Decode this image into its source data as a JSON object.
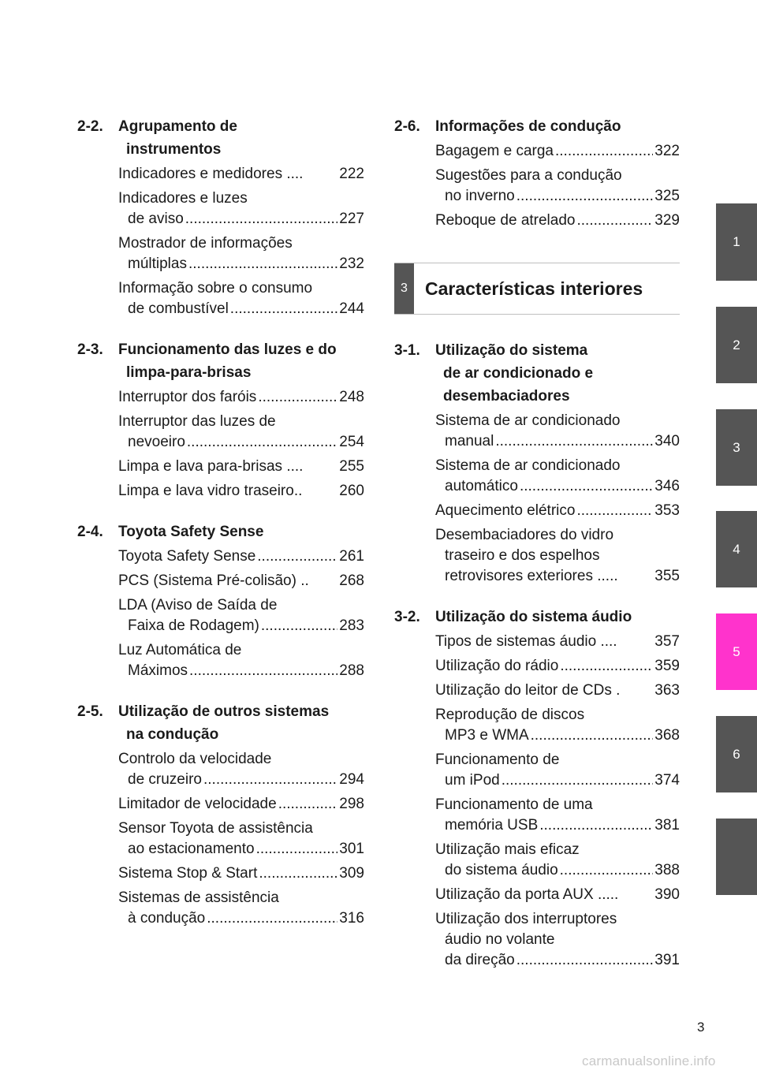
{
  "left_sections": [
    {
      "num": "2-2.",
      "title_lines": [
        "Agrupamento de",
        "instrumentos"
      ],
      "entries": [
        {
          "lines": [
            "Indicadores e medidores ...."
          ],
          "page": "222",
          "dotted": false
        },
        {
          "lines": [
            "Indicadores e luzes",
            "de aviso"
          ],
          "page": "227"
        },
        {
          "lines": [
            "Mostrador de informações",
            "múltiplas"
          ],
          "page": "232"
        },
        {
          "lines": [
            "Informação sobre o consumo",
            "de combustível "
          ],
          "page": "244"
        }
      ]
    },
    {
      "num": "2-3.",
      "title_lines": [
        "Funcionamento das luzes e do",
        "limpa-para-brisas"
      ],
      "entries": [
        {
          "lines": [
            "Interruptor dos faróis"
          ],
          "page": "248"
        },
        {
          "lines": [
            "Interruptor das luzes de",
            "nevoeiro"
          ],
          "page": "254"
        },
        {
          "lines": [
            "Limpa e lava para-brisas ...."
          ],
          "page": "255",
          "dotted": false
        },
        {
          "lines": [
            "Limpa e lava vidro traseiro.."
          ],
          "page": "260",
          "dotted": false
        }
      ]
    },
    {
      "num": "2-4.",
      "title_lines": [
        "Toyota Safety Sense"
      ],
      "entries": [
        {
          "lines": [
            "Toyota Safety Sense"
          ],
          "page": "261"
        },
        {
          "lines": [
            "PCS (Sistema Pré-colisão) .."
          ],
          "page": "268",
          "dotted": false
        },
        {
          "lines": [
            "LDA (Aviso de Saída de",
            "Faixa de  Rodagem)"
          ],
          "page": "283"
        },
        {
          "lines": [
            "Luz Automática de",
            "Máximos"
          ],
          "page": "288"
        }
      ]
    },
    {
      "num": "2-5.",
      "title_lines": [
        "Utilização de outros sistemas",
        "na condução"
      ],
      "entries": [
        {
          "lines": [
            "Controlo da velocidade",
            "de cruzeiro"
          ],
          "page": "294"
        },
        {
          "lines": [
            "Limitador de velocidade"
          ],
          "page": "298"
        },
        {
          "lines": [
            "Sensor Toyota de assistência",
            "ao estacionamento"
          ],
          "page": "301"
        },
        {
          "lines": [
            "Sistema Stop & Start"
          ],
          "page": "309"
        },
        {
          "lines": [
            "Sistemas de assistência",
            "à condução"
          ],
          "page": "316"
        }
      ]
    }
  ],
  "right_top_sections": [
    {
      "num": "2-6.",
      "title_lines": [
        "Informações de condução"
      ],
      "entries": [
        {
          "lines": [
            "Bagagem e carga"
          ],
          "page": "322"
        },
        {
          "lines": [
            "Sugestões para a condução",
            "no inverno"
          ],
          "page": "325"
        },
        {
          "lines": [
            "Reboque de atrelado"
          ],
          "page": "329"
        }
      ]
    }
  ],
  "banner": {
    "number": "3",
    "title": "Características interiores"
  },
  "right_bottom_sections": [
    {
      "num": "3-1.",
      "title_lines": [
        "Utilização do sistema",
        "de ar condicionado e",
        "desembaciadores"
      ],
      "entries": [
        {
          "lines": [
            "Sistema de ar condicionado",
            "manual"
          ],
          "page": "340"
        },
        {
          "lines": [
            "Sistema de ar condicionado",
            "automático"
          ],
          "page": "346"
        },
        {
          "lines": [
            "Aquecimento elétrico"
          ],
          "page": "353"
        },
        {
          "lines": [
            "Desembaciadores do vidro",
            "traseiro e dos espelhos",
            "retrovisores exteriores ....."
          ],
          "page": "355",
          "dotted": false
        }
      ]
    },
    {
      "num": "3-2.",
      "title_lines": [
        "Utilização do sistema áudio"
      ],
      "entries": [
        {
          "lines": [
            "Tipos de sistemas áudio ...."
          ],
          "page": "357",
          "dotted": false
        },
        {
          "lines": [
            "Utilização do rádio"
          ],
          "page": "359"
        },
        {
          "lines": [
            "Utilização do leitor de CDs ."
          ],
          "page": "363",
          "dotted": false
        },
        {
          "lines": [
            "Reprodução de discos",
            "MP3 e WMA"
          ],
          "page": "368"
        },
        {
          "lines": [
            "Funcionamento de",
            "um iPod"
          ],
          "page": "374"
        },
        {
          "lines": [
            "Funcionamento de uma",
            "memória USB"
          ],
          "page": "381"
        },
        {
          "lines": [
            "Utilização mais eficaz",
            "do sistema áudio"
          ],
          "page": "388"
        },
        {
          "lines": [
            "Utilização da porta AUX ....."
          ],
          "page": "390",
          "dotted": false
        },
        {
          "lines": [
            "Utilização dos interruptores",
            "áudio no volante",
            "da direção"
          ],
          "page": "391"
        }
      ]
    }
  ],
  "tabs": [
    {
      "label": "1",
      "color": "#555555"
    },
    {
      "label": "2",
      "color": "#555555"
    },
    {
      "label": "3",
      "color": "#555555"
    },
    {
      "label": "4",
      "color": "#555555"
    },
    {
      "label": "5",
      "color": "#ff33cc"
    },
    {
      "label": "6",
      "color": "#555555"
    },
    {
      "label": "",
      "color": "#555555"
    }
  ],
  "page_number": "3",
  "watermark": "carmanualsonline.info"
}
